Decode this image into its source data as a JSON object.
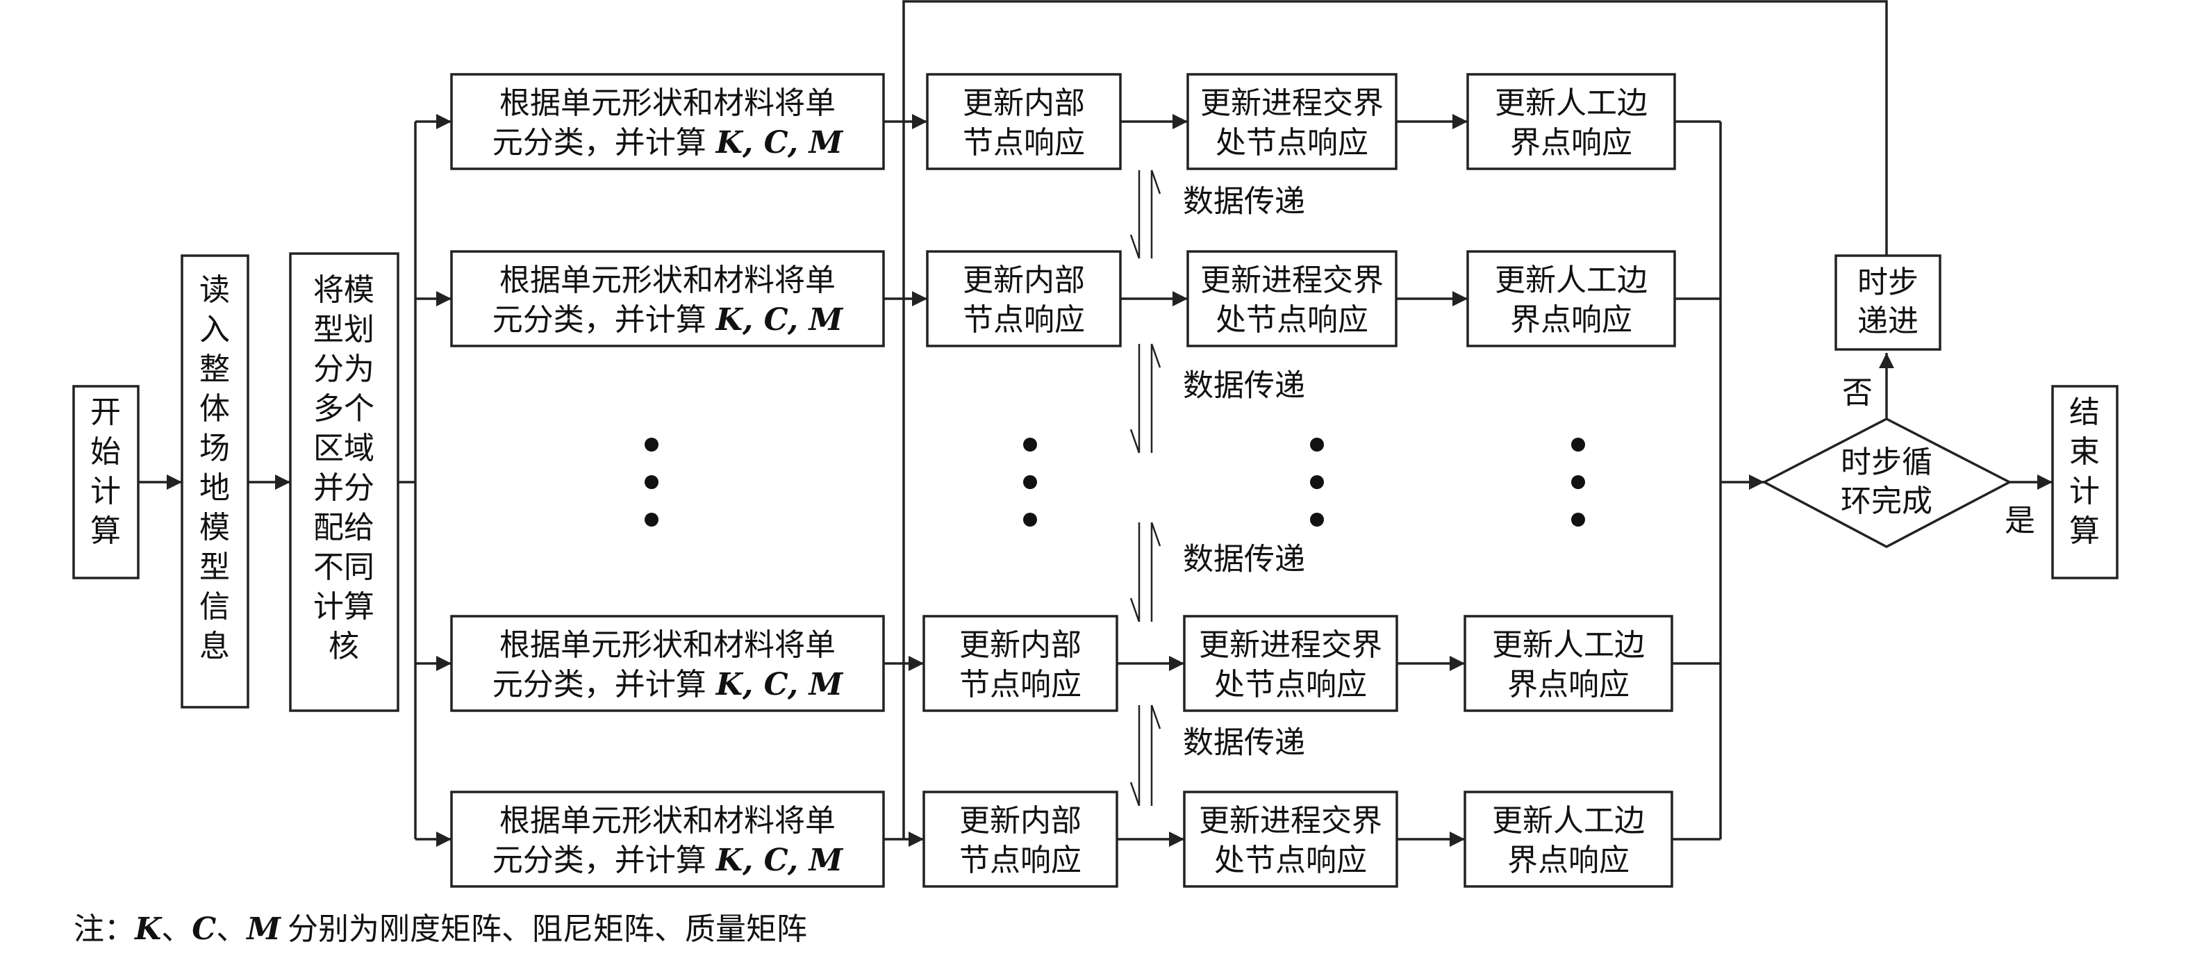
{
  "start": "开始计算",
  "read": "读入整体场地模型信息",
  "partition": [
    "将模",
    "型划",
    "分为",
    "多个",
    "区域",
    "并分",
    "配给",
    "不同",
    "计算",
    "核"
  ],
  "classify_line1": "根据单元形状和材料将单",
  "classify_line2_prefix": "元分类，并计算",
  "matrices": [
    "K",
    "C",
    "M"
  ],
  "internal": [
    "更新内部",
    "节点响应"
  ],
  "interface": [
    "更新进程交界",
    "处节点响应"
  ],
  "boundary": [
    "更新人工边",
    "界点响应"
  ],
  "data_transfer": "数据传递",
  "decision": [
    "时步循",
    "环完成"
  ],
  "yes": "是",
  "no": "否",
  "step": [
    "时步",
    "递进"
  ],
  "end": "结束计算",
  "note": {
    "prefix": "注：",
    "separator": "、",
    "suffix": "分别为刚度矩阵、阻尼矩阵、质量矩阵"
  }
}
